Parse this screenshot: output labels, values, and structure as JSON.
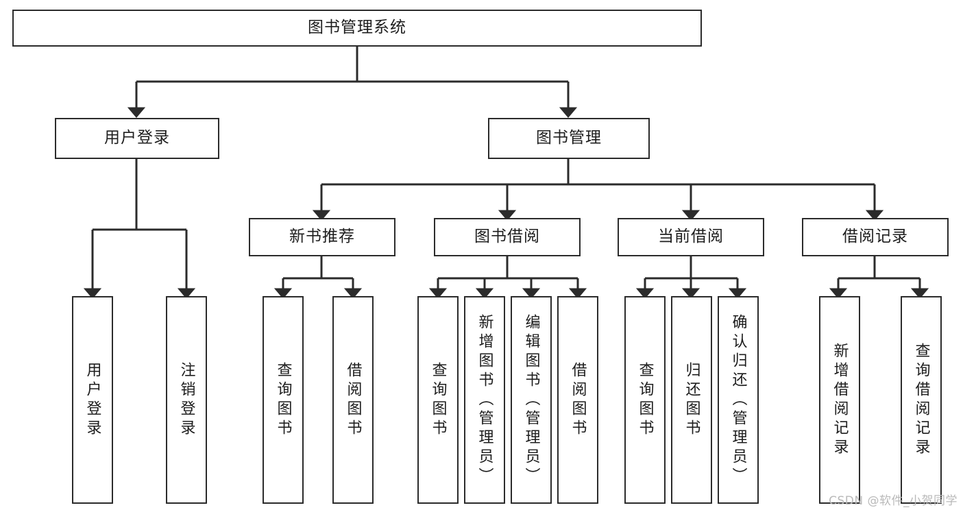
{
  "diagram": {
    "title": "图书管理系统",
    "type": "hierarchy-tree",
    "stroke_color": "#2b2b2b",
    "fill_color": "#ffffff",
    "text_color": "#1d1d1d"
  },
  "root": {
    "label": "图书管理系统"
  },
  "level1": [
    {
      "label": "用户登录"
    },
    {
      "label": "图书管理"
    }
  ],
  "level2": [
    {
      "label": "新书推荐"
    },
    {
      "label": "图书借阅"
    },
    {
      "label": "当前借阅"
    },
    {
      "label": "借阅记录"
    }
  ],
  "leaves": {
    "user_login": [
      {
        "label": "用户登录"
      },
      {
        "label": "注销登录"
      }
    ],
    "new_book_recommend": [
      {
        "label": "查询图书"
      },
      {
        "label": "借阅图书"
      }
    ],
    "book_borrow": [
      {
        "label": "查询图书"
      },
      {
        "label": "新增图书（管理员）"
      },
      {
        "label": "编辑图书（管理员）"
      },
      {
        "label": "借阅图书"
      }
    ],
    "current_borrow": [
      {
        "label": "查询图书"
      },
      {
        "label": "归还图书"
      },
      {
        "label": "确认归还（管理员）"
      }
    ],
    "borrow_record": [
      {
        "label": "新增借阅记录"
      },
      {
        "label": "查询借阅记录"
      }
    ]
  },
  "watermark": {
    "text": "CSDN @软件_小贺同学"
  }
}
